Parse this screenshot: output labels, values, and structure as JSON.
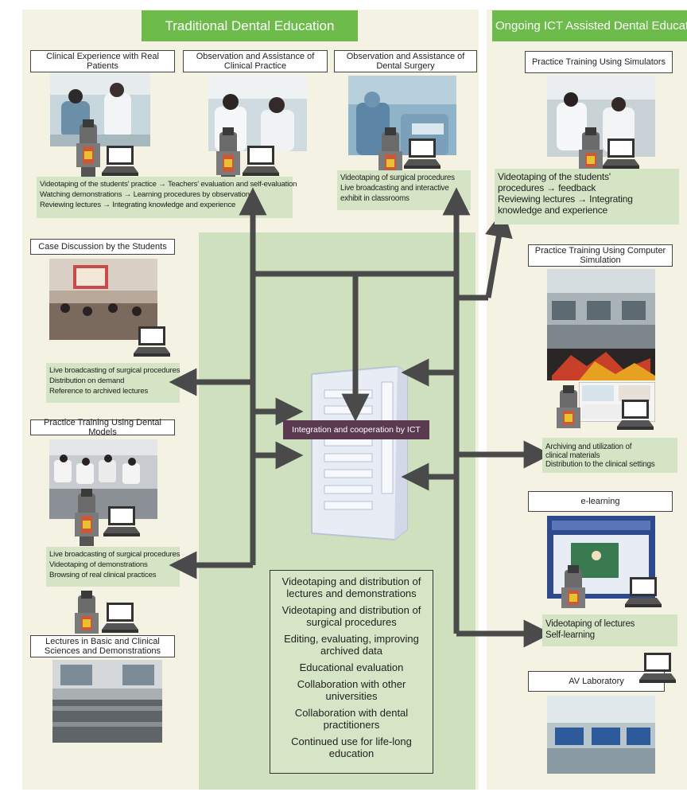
{
  "headers": {
    "traditional": "Traditional Dental Education",
    "ict": "Ongoing ICT Assisted Dental Educati"
  },
  "left": {
    "clinical_experience": "Clinical Experience with Real Patients",
    "observation_practice": "Observation and Assistance of Clinical Practice",
    "observation_surgery": "Observation and Assistance of Dental Surgery",
    "top_notes": [
      "Videotaping of the students' practice → Teachers' evaluation and self-evaluation",
      "Watching demonstrations → Learning procedures by observation",
      "Reviewing lectures → Integrating knowledge and experience"
    ],
    "surgery_notes": [
      "Videotaping of surgical procedures",
      "Live broadcasting and interactive",
      "exhibit in classrooms"
    ],
    "case_discussion": "Case Discussion by the Students",
    "case_notes": [
      "Live broadcasting of surgical procedures",
      "Distribution on demand",
      "Reference to archived lectures"
    ],
    "dental_models": "Practice Training Using Dental Models",
    "models_notes": [
      "Live broadcasting of surgical procedures",
      "Videotaping of demonstrations",
      "Browsing of real clinical practices"
    ],
    "lectures": "Lectures in Basic and Clinical Sciences and Demonstrations"
  },
  "center": {
    "ict_label": "Integration and cooperation by ICT",
    "items": [
      "Videotaping and distribution of lectures and demonstrations",
      "Videotaping and distribution of surgical procedures",
      "Editing, evaluating, improving archived data",
      "Educational evaluation",
      "Collaboration with other universities",
      "Collaboration with dental practitioners",
      "Continued use for life-long education"
    ]
  },
  "right": {
    "simulators": "Practice Training Using Simulators",
    "sim_notes": [
      "Videotaping of the students'",
      "procedures → feedback",
      "Reviewing lectures → Integrating",
      "knowledge and experience"
    ],
    "computer_sim": "Practice Training Using Computer Simulation",
    "archive_notes": [
      "Archiving and utilization of",
      "clinical materials",
      "Distribution to the clinical settings"
    ],
    "elearning": "e-learning",
    "elearning_notes": [
      "Videotaping of lectures",
      "Self-learning"
    ],
    "av_lab": "AV Laboratory"
  },
  "colors": {
    "header_green": "#6dbb4a",
    "panel": "#f3f2e3",
    "note_green": "#d5e4c4",
    "arrow": "#4a4a4a",
    "ict_label": "#5b3a50"
  }
}
